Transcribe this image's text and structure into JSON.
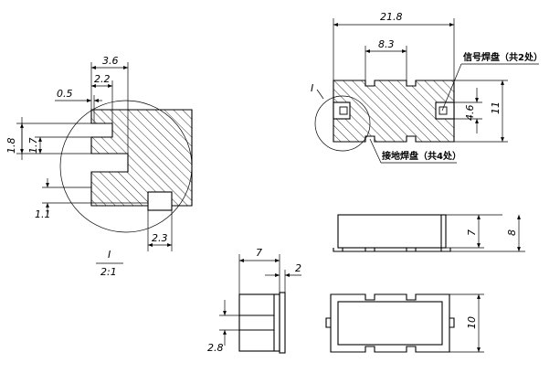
{
  "detail": {
    "dims": {
      "d36": "3.6",
      "d22": "2.2",
      "d05": "0.5",
      "d18": "1.8",
      "d17": "1.7",
      "d11": "1.1",
      "d23": "2.3"
    },
    "label": "I",
    "scale": "2:1"
  },
  "top_view": {
    "dims": {
      "width": "21.8",
      "inner": "8.3",
      "pad_h": "4.6",
      "height": "11"
    },
    "signal_pad_label": "信号焊盘（共2处）",
    "ground_pad_label": "接地焊盘（共4处）",
    "detail_marker": "I"
  },
  "front_view": {
    "dims": {
      "inner_h": "7",
      "outer_h": "8"
    }
  },
  "bottom_view": {
    "dims": {
      "h": "10"
    }
  },
  "side_view": {
    "dims": {
      "w": "7",
      "t": "2",
      "p": "2.8"
    }
  }
}
